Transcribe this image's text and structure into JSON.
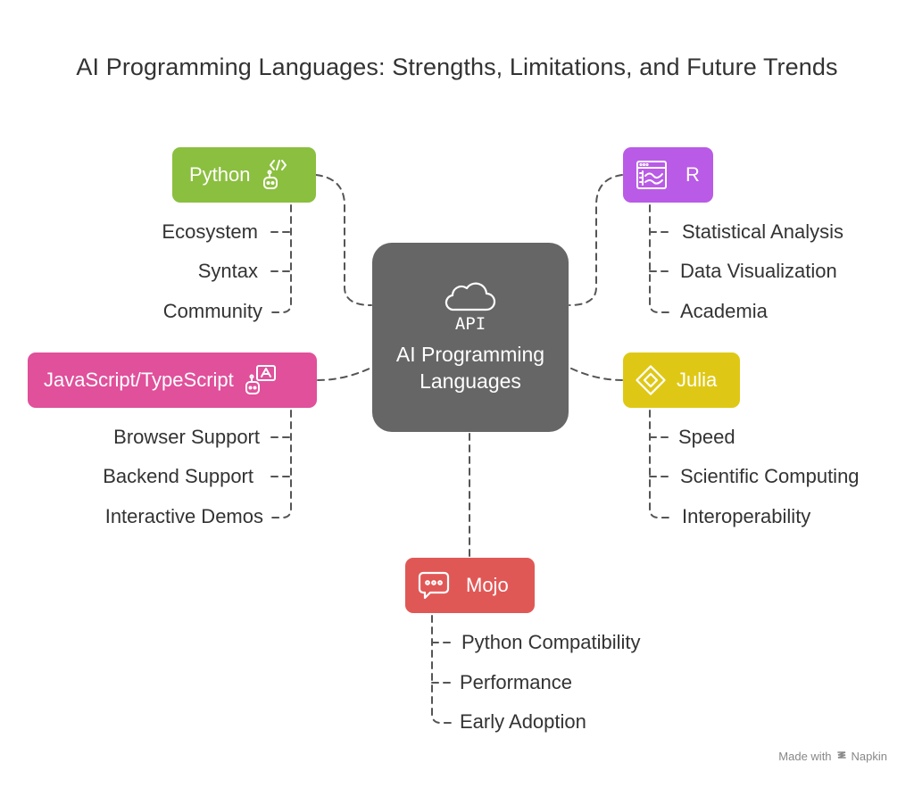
{
  "title": "AI Programming Languages: Strengths, Limitations, and Future Trends",
  "center": {
    "icon_text": "API",
    "icon": "cloud-api-icon",
    "label": "AI Programming Languages"
  },
  "branches": {
    "python": {
      "label": "Python",
      "color": "#8bbf3f",
      "icon": "code-robot-icon",
      "items": [
        "Ecosystem",
        "Syntax",
        "Community"
      ]
    },
    "r": {
      "label": "R",
      "color": "#b95be6",
      "icon": "chart-window-icon",
      "items": [
        "Statistical Analysis",
        "Data Visualization",
        "Academia"
      ]
    },
    "js": {
      "label": "JavaScript/TypeScript",
      "color": "#e0509b",
      "icon": "robot-chat-icon",
      "items": [
        "Browser Support",
        "Backend Support",
        "Interactive Demos"
      ]
    },
    "julia": {
      "label": "Julia",
      "color": "#dfc815",
      "icon": "diamond-icon",
      "items": [
        "Speed",
        "Scientific Computing",
        "Interoperability"
      ]
    },
    "mojo": {
      "label": "Mojo",
      "color": "#e05856",
      "icon": "chat-bubble-icon",
      "items": [
        "Python Compatibility",
        "Performance",
        "Early Adoption"
      ]
    }
  },
  "footer": {
    "made_with": "Made with",
    "brand": "Napkin"
  }
}
